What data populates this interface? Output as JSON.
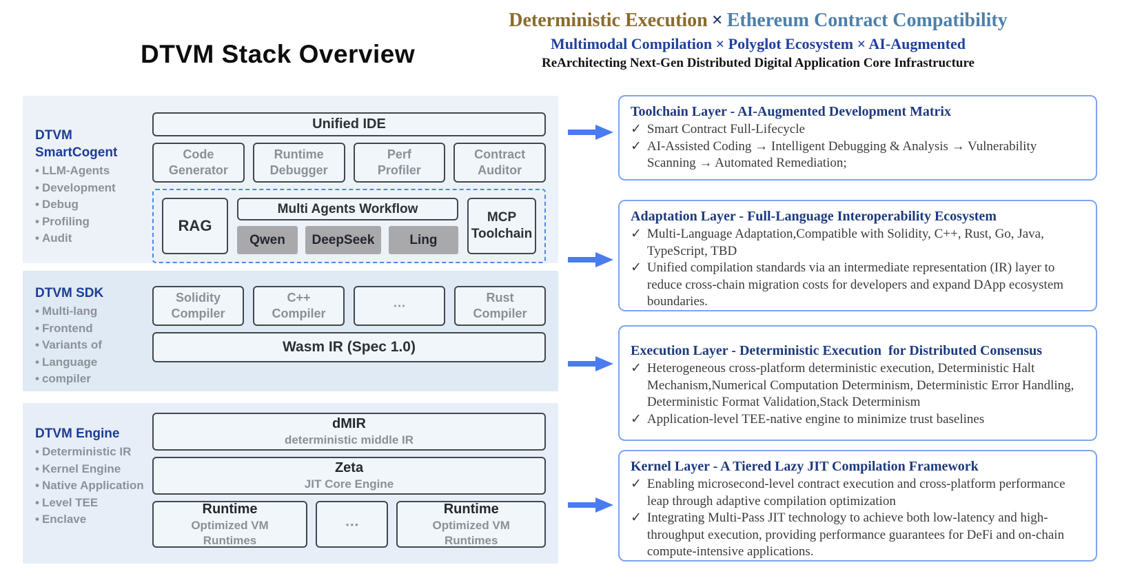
{
  "marks": {
    "check": "✓",
    "bullet": "•"
  },
  "colors": {
    "accent_arrow": "#4a7cf0",
    "panel_border": "#7ba6ee",
    "panel_title": "#1d3a7e",
    "heading_navy": "#1c3d96",
    "header_gold": "#8a6b2e",
    "header_steel_blue": "#4d80aa",
    "header_navy": "#20409e",
    "chip_gray": "#a9a9ac",
    "section1_bg": "#edf2f9",
    "section2_bg": "#dfeaf4",
    "section3_bg": "#e8eef8"
  },
  "page_title": "DTVM Stack Overview",
  "header": {
    "line1_part1": "Deterministic Execution",
    "line1_separator": "×",
    "line1_part2": "Ethereum Contract Compatibility",
    "line2": "Multimodal Compilation × Polyglot Ecosystem × AI-Augmented",
    "line3": "ReArchitecting Next-Gen Distributed Digital Application Core Infrastructure"
  },
  "stack": {
    "sections": [
      {
        "heading": "DTVM SmartCogent",
        "bullets": [
          "LLM-Agents",
          "Development",
          "Debug",
          "Profiling",
          "Audit"
        ],
        "unified_ide": "Unified IDE",
        "tools": [
          "Code Generator",
          "Runtime Debugger",
          "Perf Profiler",
          "Contract Auditor"
        ],
        "rag": "RAG",
        "workflow": "Multi Agents Workflow",
        "models": [
          "Qwen",
          "DeepSeek",
          "Ling"
        ],
        "mcp": "MCP Toolchain"
      },
      {
        "heading": "DTVM SDK",
        "bullets": [
          "Multi-lang",
          "Frontend",
          "Variants of",
          "Language",
          "compiler"
        ],
        "compilers": [
          "Solidity Compiler",
          "C++ Compiler",
          "⋯",
          "Rust Compiler"
        ],
        "wasm": "Wasm IR (Spec 1.0)"
      },
      {
        "heading": "DTVM Engine",
        "bullets": [
          "Deterministic IR",
          "Kernel Engine",
          "Native Application",
          "Level TEE",
          "Enclave"
        ],
        "dmir": {
          "title": "dMIR",
          "subtitle": "deterministic middle IR"
        },
        "zeta": {
          "title": "Zeta",
          "subtitle": "JIT Core Engine"
        },
        "runtimes": [
          {
            "title": "Runtime",
            "subtitle": "Optimized VM Runtimes"
          },
          {
            "title": "⋯",
            "subtitle": ""
          },
          {
            "title": "Runtime",
            "subtitle": "Optimized VM Runtimes"
          }
        ]
      }
    ]
  },
  "panels": [
    {
      "title": "Toolchain Layer - AI-Augmented Development Matrix",
      "items": [
        "Smart Contract Full-Lifecycle",
        "AI-Assisted Coding → Intelligent Debugging & Analysis → Vulnerability Scanning → Automated Remediation;"
      ]
    },
    {
      "title": "Adaptation Layer - Full-Language Interoperability Ecosystem",
      "items": [
        "Multi-Language Adaptation,Compatible with Solidity, C++, Rust, Go, Java, TypeScript, TBD",
        "Unified compilation standards via an intermediate representation (IR) layer to reduce cross-chain migration costs for developers and expand DApp ecosystem boundaries."
      ]
    },
    {
      "title": "Execution Layer - Deterministic Execution  for Distributed Consensus",
      "items": [
        "Heterogeneous cross-platform deterministic execution, Deterministic Halt Mechanism,Numerical Computation Determinism, Deterministic Error Handling, Deterministic Format Validation,Stack Determinism",
        "Application-level TEE-native engine to minimize trust baselines"
      ]
    },
    {
      "title": "Kernel Layer - A Tiered Lazy JIT Compilation Framework",
      "items": [
        "Enabling microsecond-level contract execution and cross-platform performance leap through adaptive compilation optimization",
        "Integrating Multi-Pass JIT technology to achieve both low-latency and high-throughput execution, providing performance guarantees for DeFi and on-chain compute-intensive applications."
      ]
    }
  ]
}
